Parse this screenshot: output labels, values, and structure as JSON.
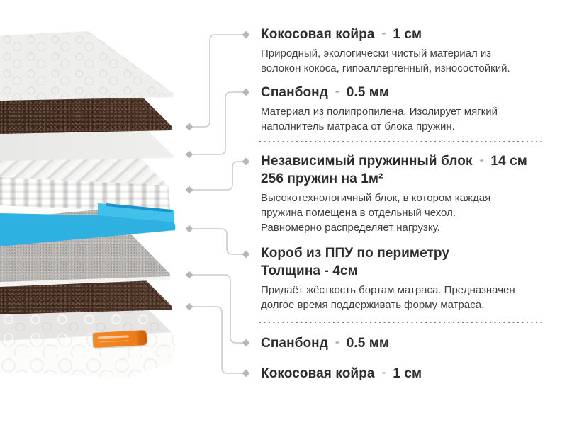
{
  "annotations": {
    "separator": "-",
    "items": [
      {
        "title": "Кокосовая койра",
        "value": "1 см",
        "description": "Природный, экологически чистый материал из волокон кокоса, гипоаллергенный, износостойкий."
      },
      {
        "title": "Спанбонд",
        "value": "0.5 мм",
        "description": "Материал из полипропилена. Изолирует мягкий наполнитель матраса от блока пружин."
      },
      {
        "title": "Независимый пружинный блок",
        "value": "14 см",
        "title_line2": "256 пружин на 1м²",
        "description": "Высокотехнологичный блок, в котором каждая пружина помещена в отдельный чехол. Равномерно распределяет нагрузку."
      },
      {
        "title": "Короб из ППУ по периметру",
        "title_line2": "Толщина - 4см",
        "description": "Придаёт жёсткость бортам матраса. Предназначен долгое время поддерживать форму матраса."
      },
      {
        "title": "Спанбонд",
        "value": "0.5 мм"
      },
      {
        "title": "Кокосовая койра",
        "value": "1 см"
      }
    ]
  },
  "diagram": {
    "layers": [
      "quilted-cover",
      "coconut-coir",
      "spunbond",
      "independent-spring-block",
      "ppu-foam-box",
      "spunbond",
      "coconut-coir",
      "quilted-base"
    ],
    "colors": {
      "box_blue": "#2fb3e2",
      "label_orange": "#ee7e1a",
      "coir_brown": "#4f382c",
      "connector_line": "#c9cbcc",
      "connector_diamond": "#b4b7ba",
      "heading_text": "#2c2d2e",
      "body_text": "#3d3f40"
    }
  }
}
